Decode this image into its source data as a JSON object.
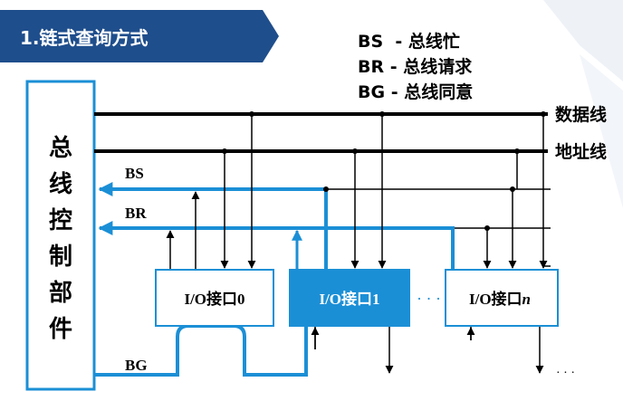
{
  "title": "1.链式查询方式",
  "legend": [
    "BS  - 总线忙",
    "BR - 总线请求",
    "BG - 总线同意"
  ],
  "bus_controller": [
    "总",
    "线",
    "控",
    "制",
    "部",
    "件"
  ],
  "buses": {
    "data": "数据线",
    "address": "地址线"
  },
  "signals": {
    "bs": "BS",
    "br": "BR",
    "bg": "BG"
  },
  "interfaces": {
    "io0": "I/O接口0",
    "io1": "I/O接口1",
    "ion_prefix": "I/O接口",
    "ion_suffix": "n",
    "ellipsis": "· · ·"
  },
  "colors": {
    "title_bar": "#1f4e8c",
    "accent": "#1b8fd6",
    "line": "#000000"
  }
}
